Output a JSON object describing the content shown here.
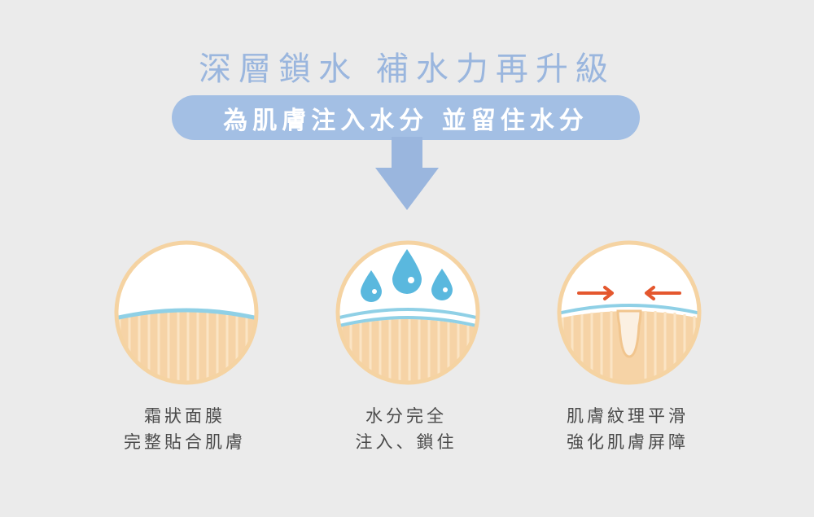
{
  "headline": "深層鎖水  補水力再升級",
  "banner": "為肌膚注入水分 並留住水分",
  "colors": {
    "background": "#ebebeb",
    "headline": "#9ab6de",
    "banner_bg": "#a3bfe4",
    "arrow": "#9ab6de",
    "circle_ring": "#f5d3a2",
    "skin": "#f6d3a6",
    "skin_stripes": "#fbe4c4",
    "membrane": "#8fd0e6",
    "water": "#5ab8de",
    "red_arrow": "#e4572e"
  },
  "panels": [
    {
      "line1": "霜狀面膜",
      "line2": "完整貼合肌膚"
    },
    {
      "line1": "水分完全",
      "line2": "注入、鎖住"
    },
    {
      "line1": "肌膚紋理平滑",
      "line2": "強化肌膚屏障"
    }
  ]
}
